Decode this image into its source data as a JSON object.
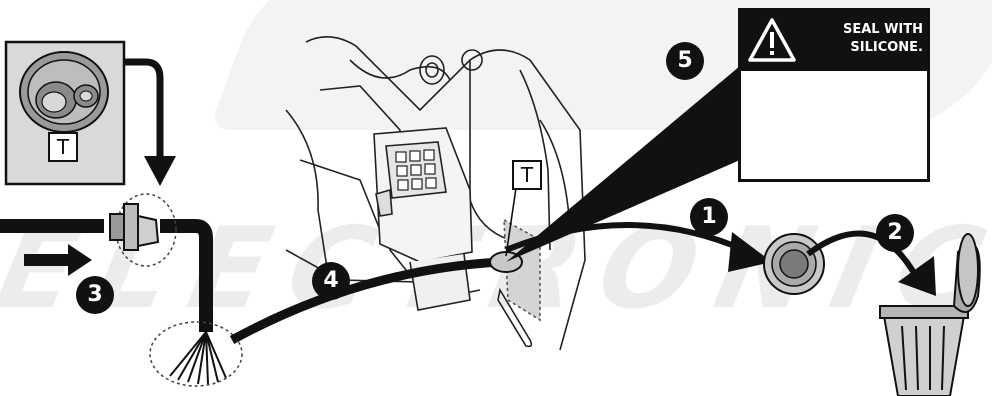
{
  "watermark": {
    "text": "ELECTRONIC"
  },
  "warning": {
    "line1": "SEAL WITH",
    "line2": "SILICONE."
  },
  "terminal_label": "T",
  "steps": [
    "1",
    "2",
    "3",
    "4",
    "5"
  ],
  "colors": {
    "ink": "#111111",
    "grey": "#8a8a8a",
    "light_grey": "#d6d6d6",
    "watermark": "#ececec"
  }
}
